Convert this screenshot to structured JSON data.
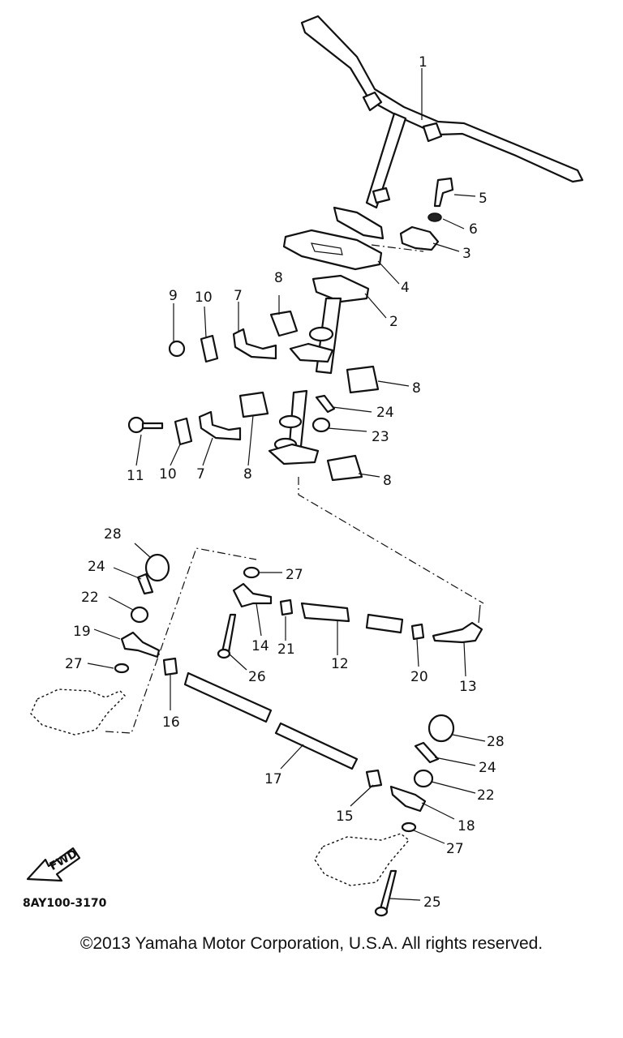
{
  "labels": [
    "1",
    "2",
    "3",
    "4",
    "5",
    "6",
    "7",
    "8",
    "9",
    "10",
    "11",
    "12",
    "13",
    "14",
    "15",
    "16",
    "17",
    "18",
    "19",
    "20",
    "21",
    "22",
    "23",
    "24",
    "25",
    "26",
    "27",
    "28"
  ],
  "diagram_code": "8AY100-3170",
  "find_icon_text": "FWD",
  "copyright": "©2013 Yamaha Motor Corporation, U.S.A. All rights reserved."
}
